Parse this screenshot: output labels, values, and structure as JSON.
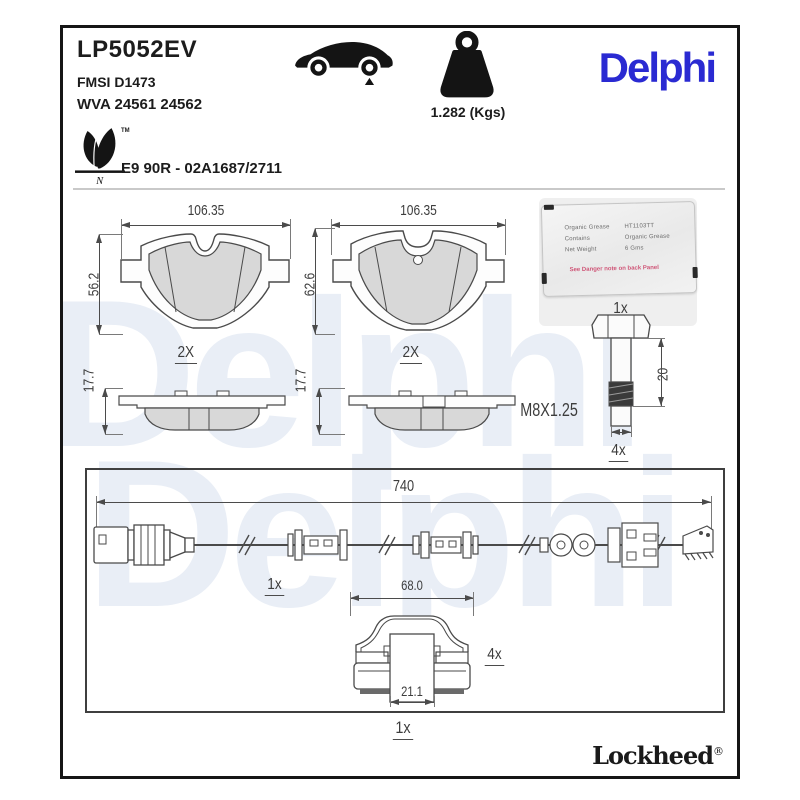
{
  "header": {
    "part_number": "LP5052EV",
    "fmsi": "FMSI D1473",
    "wva": "WVA 24561 24562",
    "weight": "1.282 (Kgs)",
    "brand": "Delphi",
    "approval": "E9 90R - 02A1687/2711",
    "eco_letter": "N",
    "eco_tm": "TM"
  },
  "drawings": {
    "pad_front_left": {
      "width": "106.35",
      "height": "56.2",
      "qty": "2X"
    },
    "pad_front_right": {
      "width": "106.35",
      "height": "62.6",
      "qty": "2X"
    },
    "pad_side_left": {
      "thickness": "17.7"
    },
    "pad_side_right": {
      "thickness": "17.7"
    },
    "grease_sachet": {
      "qty": "1x",
      "col_left": [
        "Organic Grease",
        "Contains",
        "Net Weight"
      ],
      "col_right": [
        "HT1103TT",
        "Organic Grease",
        "6 Gms"
      ],
      "warning": "See Danger note on back Panel"
    },
    "guide_bolt": {
      "length": "20",
      "thread": "M8X1.25",
      "qty": "4x"
    },
    "wear_sensor": {
      "length": "740",
      "qty": "1x"
    },
    "fitting_clip": {
      "width": "68.0",
      "slot": "21.1",
      "qty": "4x"
    },
    "kit_qty": "1x"
  },
  "footer": {
    "brand": "Lockheed",
    "registered": "®"
  },
  "watermark": {
    "text": "Delphi"
  },
  "colors": {
    "brand_blue": "#2a2ad2",
    "warning_red": "#cf5577",
    "line": "#4a4a4a",
    "pad_fill": "#d8d8d8",
    "watermark": "#e9eef6"
  }
}
